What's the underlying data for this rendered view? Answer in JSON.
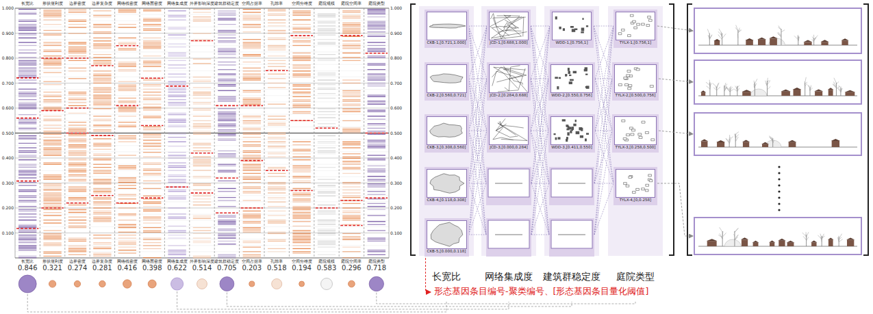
{
  "diagram": {
    "nodes": [
      {
        "text": [
          "CKB-1,[0.721,1.000]"
        ]
      },
      {
        "text": [
          "CKB-2,[0.560,0.721]"
        ]
      },
      {
        "text": [
          "CKB-3,[0.308,0.560]"
        ]
      },
      {
        "text": [
          "CKB-4,[0.118,0.308]"
        ]
      },
      {
        "text": [
          "CKB-5,[0.000,0.118]"
        ]
      },
      {
        "text": [
          "JCD-1,[0.688,1.000]"
        ]
      },
      {
        "text": [
          "JCD-2,[0.284,0.688]"
        ]
      },
      {
        "text": [
          "JCD-3,[0.000,0.284]"
        ]
      },
      {
        "text": [
          "WDD-1,[0.756,1]"
        ]
      },
      {
        "text": [
          "WDD-2,[0.550,0.756]"
        ]
      },
      {
        "text": [
          "WDD-3,[0.411,0.550]"
        ]
      },
      {
        "text": [
          "TYLX-1,[0.756,1]"
        ]
      },
      {
        "text": [
          "TYLX-2,[0.500,0.756]"
        ]
      },
      {
        "text": [
          "TYLX-3,[0.258,0.500]"
        ]
      },
      {
        "text": [
          "TYLX-4,[0,0.258]"
        ]
      }
    ],
    "edges": [
      {
        "from": 0,
        "to": 5,
        "arrow": "none"
      },
      {
        "from": 0,
        "to": 6,
        "arrow": "none"
      },
      {
        "from": 0,
        "to": 7,
        "arrow": "none"
      },
      {
        "from": 1,
        "to": 5,
        "arrow": "none"
      },
      {
        "from": 1,
        "to": 6,
        "arrow": "none"
      },
      {
        "from": 1,
        "to": 7,
        "arrow": "none"
      },
      {
        "from": 2,
        "to": 5,
        "arrow": "none"
      },
      {
        "from": 2,
        "to": 6,
        "arrow": "none"
      },
      {
        "from": 2,
        "to": 7,
        "arrow": "none"
      },
      {
        "from": 3,
        "to": 5,
        "arrow": "none"
      },
      {
        "from": 3,
        "to": 6,
        "arrow": "none"
      },
      {
        "from": 3,
        "to": 7,
        "arrow": "none"
      },
      {
        "from": 4,
        "to": 5,
        "arrow": "none"
      },
      {
        "from": 4,
        "to": 6,
        "arrow": "none"
      },
      {
        "from": 4,
        "to": 7,
        "arrow": "none"
      },
      {
        "from": 5,
        "to": 8,
        "arrow": "none"
      },
      {
        "from": 5,
        "to": 9,
        "arrow": "none"
      },
      {
        "from": 5,
        "to": 10,
        "arrow": "none"
      },
      {
        "from": 6,
        "to": 8,
        "arrow": "none"
      },
      {
        "from": 6,
        "to": 9,
        "arrow": "none"
      },
      {
        "from": 6,
        "to": 10,
        "arrow": "none"
      },
      {
        "from": 7,
        "to": 8,
        "arrow": "none"
      },
      {
        "from": 7,
        "to": 9,
        "arrow": "none"
      },
      {
        "from": 7,
        "to": 10,
        "arrow": "none"
      },
      {
        "from": 8,
        "to": 11,
        "arrow": "none"
      },
      {
        "from": 8,
        "to": 12,
        "arrow": "none"
      },
      {
        "from": 8,
        "to": 13,
        "arrow": "none"
      },
      {
        "from": 8,
        "to": 14,
        "arrow": "none"
      },
      {
        "from": 9,
        "to": 11,
        "arrow": "none"
      },
      {
        "from": 9,
        "to": 12,
        "arrow": "none"
      },
      {
        "from": 9,
        "to": 13,
        "arrow": "none"
      },
      {
        "from": 9,
        "to": 14,
        "arrow": "none"
      },
      {
        "from": 10,
        "to": 11,
        "arrow": "none"
      },
      {
        "from": 10,
        "to": 12,
        "arrow": "none"
      },
      {
        "from": 10,
        "to": 13,
        "arrow": "none"
      },
      {
        "from": 10,
        "to": 14,
        "arrow": "none"
      }
    ],
    "labels": [
      "长宽比",
      "形状便利度",
      "边界密度",
      "边界复杂度",
      "网络线密度",
      "网络面密度",
      "网络集成度",
      "外界影响深度",
      "建筑群稳定度",
      "空间占据率",
      "孔隙率",
      "空间分维度",
      "庭院规模",
      "庭院空间率",
      "庭院类型",
      "1.000",
      "0.900",
      "0.800",
      "0.700",
      "0.600",
      "0.500",
      "0.400",
      "0.300",
      "0.200",
      "0.100",
      "1.000",
      "0.900",
      "0.800",
      "0.700",
      "0.600",
      "0.500",
      "0.400",
      "0.300",
      "0.200",
      "0.100",
      "长宽比",
      "形状便利度",
      "边界密度",
      "边界复杂度",
      "网络线密度",
      "网络面密度",
      "网络集成度",
      "外界影响深度",
      "建筑群稳定度",
      "空间占据率",
      "孔隙率",
      "空间分维度",
      "庭院规模",
      "庭院空间率",
      "庭院类型",
      "0.846",
      "0.321",
      "0.274",
      "0.281",
      "0.416",
      "0.398",
      "0.622",
      "0.514",
      "0.705",
      "0.203",
      "0.518",
      "0.194",
      "0.583",
      "0.296",
      "0.718",
      "长宽比",
      "网络集成度",
      "建筑群稳定度",
      "庭院类型",
      "形态基因条目编号-聚类编号、[形态基因条目量化阈值]"
    ]
  }
}
